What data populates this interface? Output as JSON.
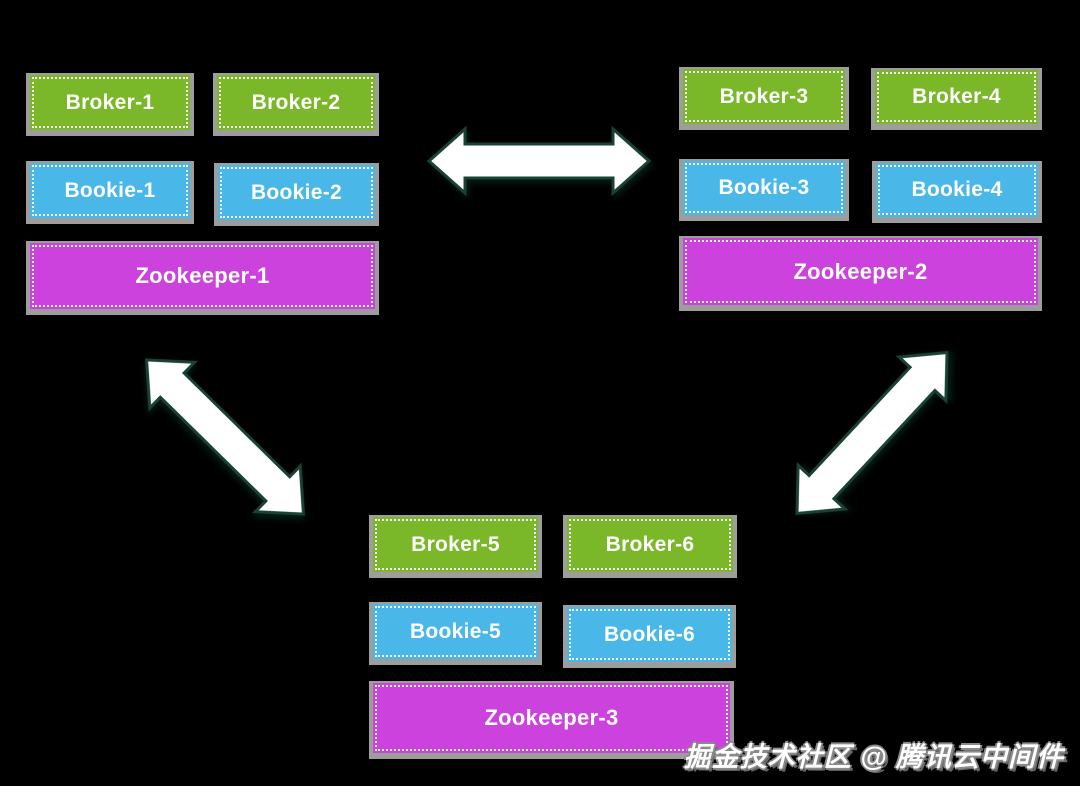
{
  "colors": {
    "background": "#000000",
    "broker_box": "#7ab829",
    "bookie_box": "#49b8e8",
    "zookeeper_box": "#cb42dc",
    "box_text": "#ffffff",
    "box_shadow": "#9d9d9d",
    "arrow_fill": "#ffffff",
    "arrow_outline": "#1a4232"
  },
  "clusters": [
    {
      "id": "cluster-1",
      "brokers": [
        "Broker-1",
        "Broker-2"
      ],
      "bookies": [
        "Bookie-1",
        "Bookie-2"
      ],
      "zookeeper": "Zookeeper-1"
    },
    {
      "id": "cluster-2",
      "brokers": [
        "Broker-3",
        "Broker-4"
      ],
      "bookies": [
        "Bookie-3",
        "Bookie-4"
      ],
      "zookeeper": "Zookeeper-2"
    },
    {
      "id": "cluster-3",
      "brokers": [
        "Broker-5",
        "Broker-6"
      ],
      "bookies": [
        "Bookie-5",
        "Bookie-6"
      ],
      "zookeeper": "Zookeeper-3"
    }
  ],
  "connections": [
    {
      "from": "cluster-1",
      "to": "cluster-2",
      "type": "bidirectional-arrow"
    },
    {
      "from": "cluster-1",
      "to": "cluster-3",
      "type": "bidirectional-arrow"
    },
    {
      "from": "cluster-2",
      "to": "cluster-3",
      "type": "bidirectional-arrow"
    }
  ],
  "watermark": {
    "text": "掘金技术社区 @ 腾讯云中间件"
  }
}
